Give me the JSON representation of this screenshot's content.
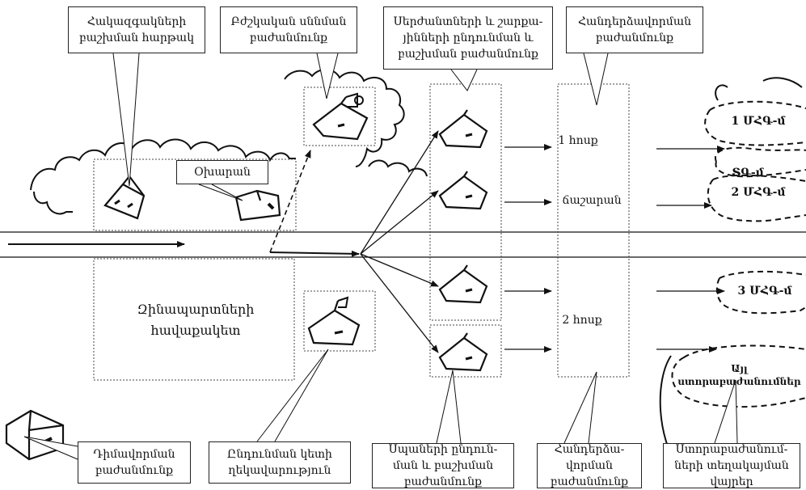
{
  "callouts": {
    "casualty_map": "Հակազգակների\nբաշխման հարթակ",
    "medical_exam": "Բժշկական սննման\nբաժանմունք",
    "reception_distribution": "Սերժանտների և շարքա-\nյինների ընդունման և\nբաշխման բաժանմունք",
    "emergency_dept": "Հանդերձավորման\nբաժանմունք",
    "ohaun": "Օխարան",
    "unit_hq": "Զինապարտների\nհավաքակետ",
    "registration_dept": "Դիմավորման\nբաժանմունք",
    "reception_point_mgmt": "Ընդունման կետի\nղեկավարություն",
    "officers_reception": "Սպաների ընդուն-\nման և բաշխման\nբաժանմունք",
    "equipment_dept": "Հանդերձա-\nվորման\nբաժանմունք",
    "storage_locations": "Ստորաբաժանում-\nների տեղակայման\nվայրեր"
  },
  "inner_labels": {
    "group1": "1 հոսք",
    "canteen": "ճաշարան",
    "group2": "2 հոսք"
  },
  "destinations": {
    "d1": "1 ՄՀԳ-մ",
    "d2": "ՏԳ-մ",
    "d3": "2 ՄՀԳ-մ",
    "d4": "3 ՄՀԳ-մ",
    "d5": "Այլ\nստորաբաժանումներ"
  }
}
